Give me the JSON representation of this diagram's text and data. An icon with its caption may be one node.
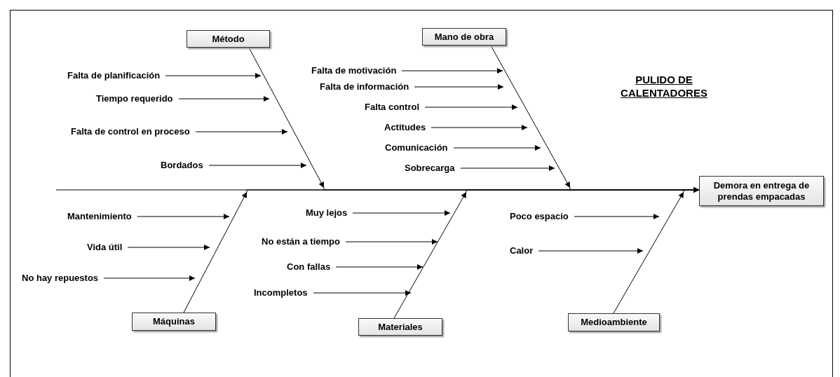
{
  "diagram": {
    "title": "PULIDO DE CALENTADORES",
    "nodes": [
      {
        "text": [
          "Método"
        ]
      },
      {
        "text": [
          "Falta de planificación"
        ]
      },
      {
        "text": [
          "Tiempo requerido"
        ]
      },
      {
        "text": [
          "Falta de control en proceso"
        ]
      },
      {
        "text": [
          "Bordados"
        ]
      },
      {
        "text": [
          "Mano de obra"
        ]
      },
      {
        "text": [
          "Falta de motivación"
        ]
      },
      {
        "text": [
          "Falta de información"
        ]
      },
      {
        "text": [
          "Falta control"
        ]
      },
      {
        "text": [
          "Actitudes"
        ]
      },
      {
        "text": [
          "Comunicación"
        ]
      },
      {
        "text": [
          "Sobrecarga"
        ]
      },
      {
        "text": [
          "Demora en entrega de prendas empacadas"
        ]
      },
      {
        "text": [
          "Mantenimiento"
        ]
      },
      {
        "text": [
          "Vida útil"
        ]
      },
      {
        "text": [
          "No hay repuestos"
        ]
      },
      {
        "text": [
          "Máquinas"
        ]
      },
      {
        "text": [
          "Muy lejos"
        ]
      },
      {
        "text": [
          "No están a tiempo"
        ]
      },
      {
        "text": [
          "Con fallas"
        ]
      },
      {
        "text": [
          "Incompletos"
        ]
      },
      {
        "text": [
          "Materiales"
        ]
      },
      {
        "text": [
          "Poco espacio"
        ]
      },
      {
        "text": [
          "Calor"
        ]
      },
      {
        "text": [
          "Medioambiente"
        ]
      }
    ],
    "edges": [
      {
        "from": 1,
        "to": null,
        "arrow": "to"
      },
      {
        "from": 2,
        "to": null,
        "arrow": "to"
      },
      {
        "from": 3,
        "to": null,
        "arrow": "to"
      },
      {
        "from": 4,
        "to": null,
        "arrow": "to"
      },
      {
        "from": 6,
        "to": null,
        "arrow": "to"
      },
      {
        "from": 7,
        "to": null,
        "arrow": "to"
      },
      {
        "from": 8,
        "to": null,
        "arrow": "to"
      },
      {
        "from": 9,
        "to": null,
        "arrow": "to"
      },
      {
        "from": 10,
        "to": null,
        "arrow": "to"
      },
      {
        "from": 11,
        "to": null,
        "arrow": "to"
      },
      {
        "from": 13,
        "to": null,
        "arrow": "to"
      },
      {
        "from": 14,
        "to": null,
        "arrow": "to"
      },
      {
        "from": 15,
        "to": null,
        "arrow": "to"
      },
      {
        "from": 17,
        "to": null,
        "arrow": "to"
      },
      {
        "from": 18,
        "to": null,
        "arrow": "to"
      },
      {
        "from": 19,
        "to": null,
        "arrow": "to"
      },
      {
        "from": 20,
        "to": null,
        "arrow": "to"
      },
      {
        "from": 22,
        "to": null,
        "arrow": "to"
      },
      {
        "from": 23,
        "to": null,
        "arrow": "to"
      },
      {
        "from": 0,
        "to": 12,
        "arrow": "to"
      },
      {
        "from": 5,
        "to": 12,
        "arrow": "to"
      },
      {
        "from": 16,
        "to": 12,
        "arrow": "to"
      },
      {
        "from": 21,
        "to": 12,
        "arrow": "to"
      },
      {
        "from": 24,
        "to": 12,
        "arrow": "to"
      }
    ]
  }
}
